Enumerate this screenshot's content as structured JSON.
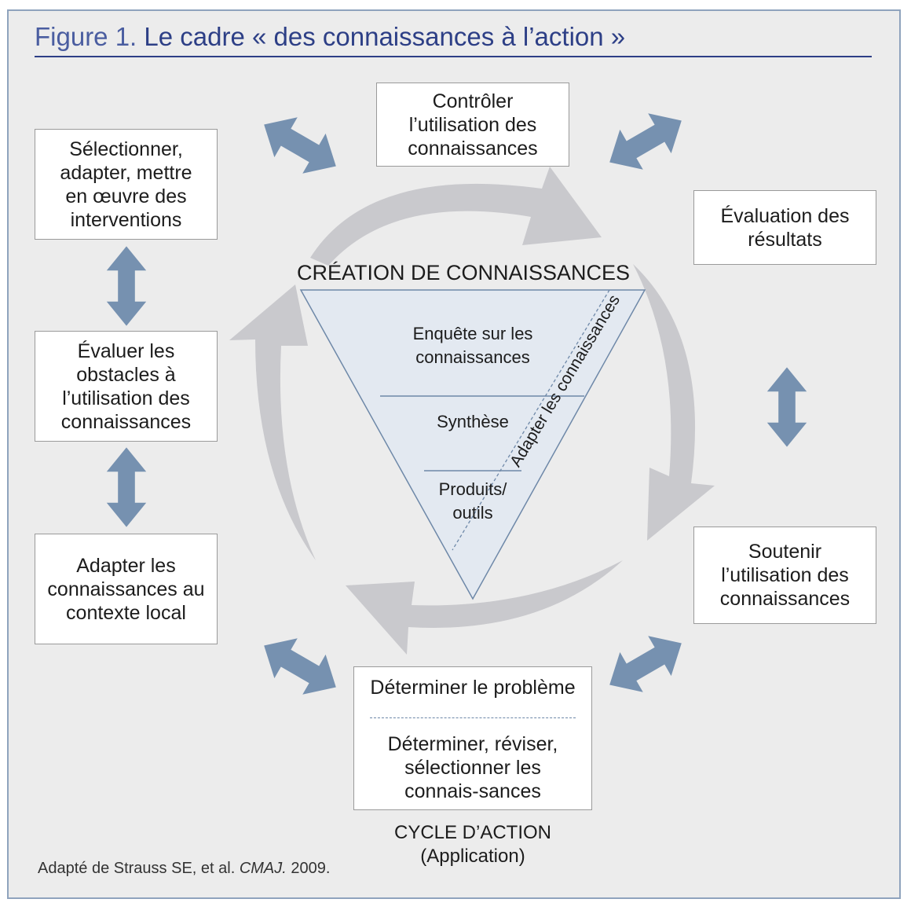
{
  "title": {
    "prefix": "Figure 1.",
    "main": "Le cadre « des connaissances à l’action »"
  },
  "creation": {
    "heading": "CRÉATION DE CONNAISSANCES",
    "layers": [
      "Enquête sur les\nconnaissances",
      "Synthèse",
      "Produits/\noutils"
    ],
    "diagonal_label": "Adapter les connaissances"
  },
  "action_cycle": {
    "label": "CYCLE D’ACTION\n(Application)",
    "steps": {
      "monitor": "Contrôler\nl’utilisation des\nconnaissances",
      "evaluate": "Évaluation des\nrésultats",
      "sustain": "Soutenir\nl’utilisation des\nconnaissances",
      "identify_problem": "Déterminer le problème",
      "identify_knowledge": "Déterminer, réviser,\nsélectionner les\nconnais-sances",
      "adapt_local": "Adapter les\nconnaissances au\ncontexte local",
      "assess_barriers": "Évaluer les\nobstacles à\nl’utilisation des\nconnaissances",
      "select_interventions": "Sélectionner,\nadapter, mettre\nen œuvre des\ninterventions"
    }
  },
  "source": {
    "text": "Adapté de Strauss SE, et al. ",
    "journal": "CMAJ.",
    "year": " 2009."
  },
  "colors": {
    "title": "#2d3f86",
    "arrow_blue": "#7691b0",
    "cycle_gray": "#c9c9cd",
    "triangle_fill": "#e3e9f1",
    "triangle_stroke": "#6e88a8"
  }
}
